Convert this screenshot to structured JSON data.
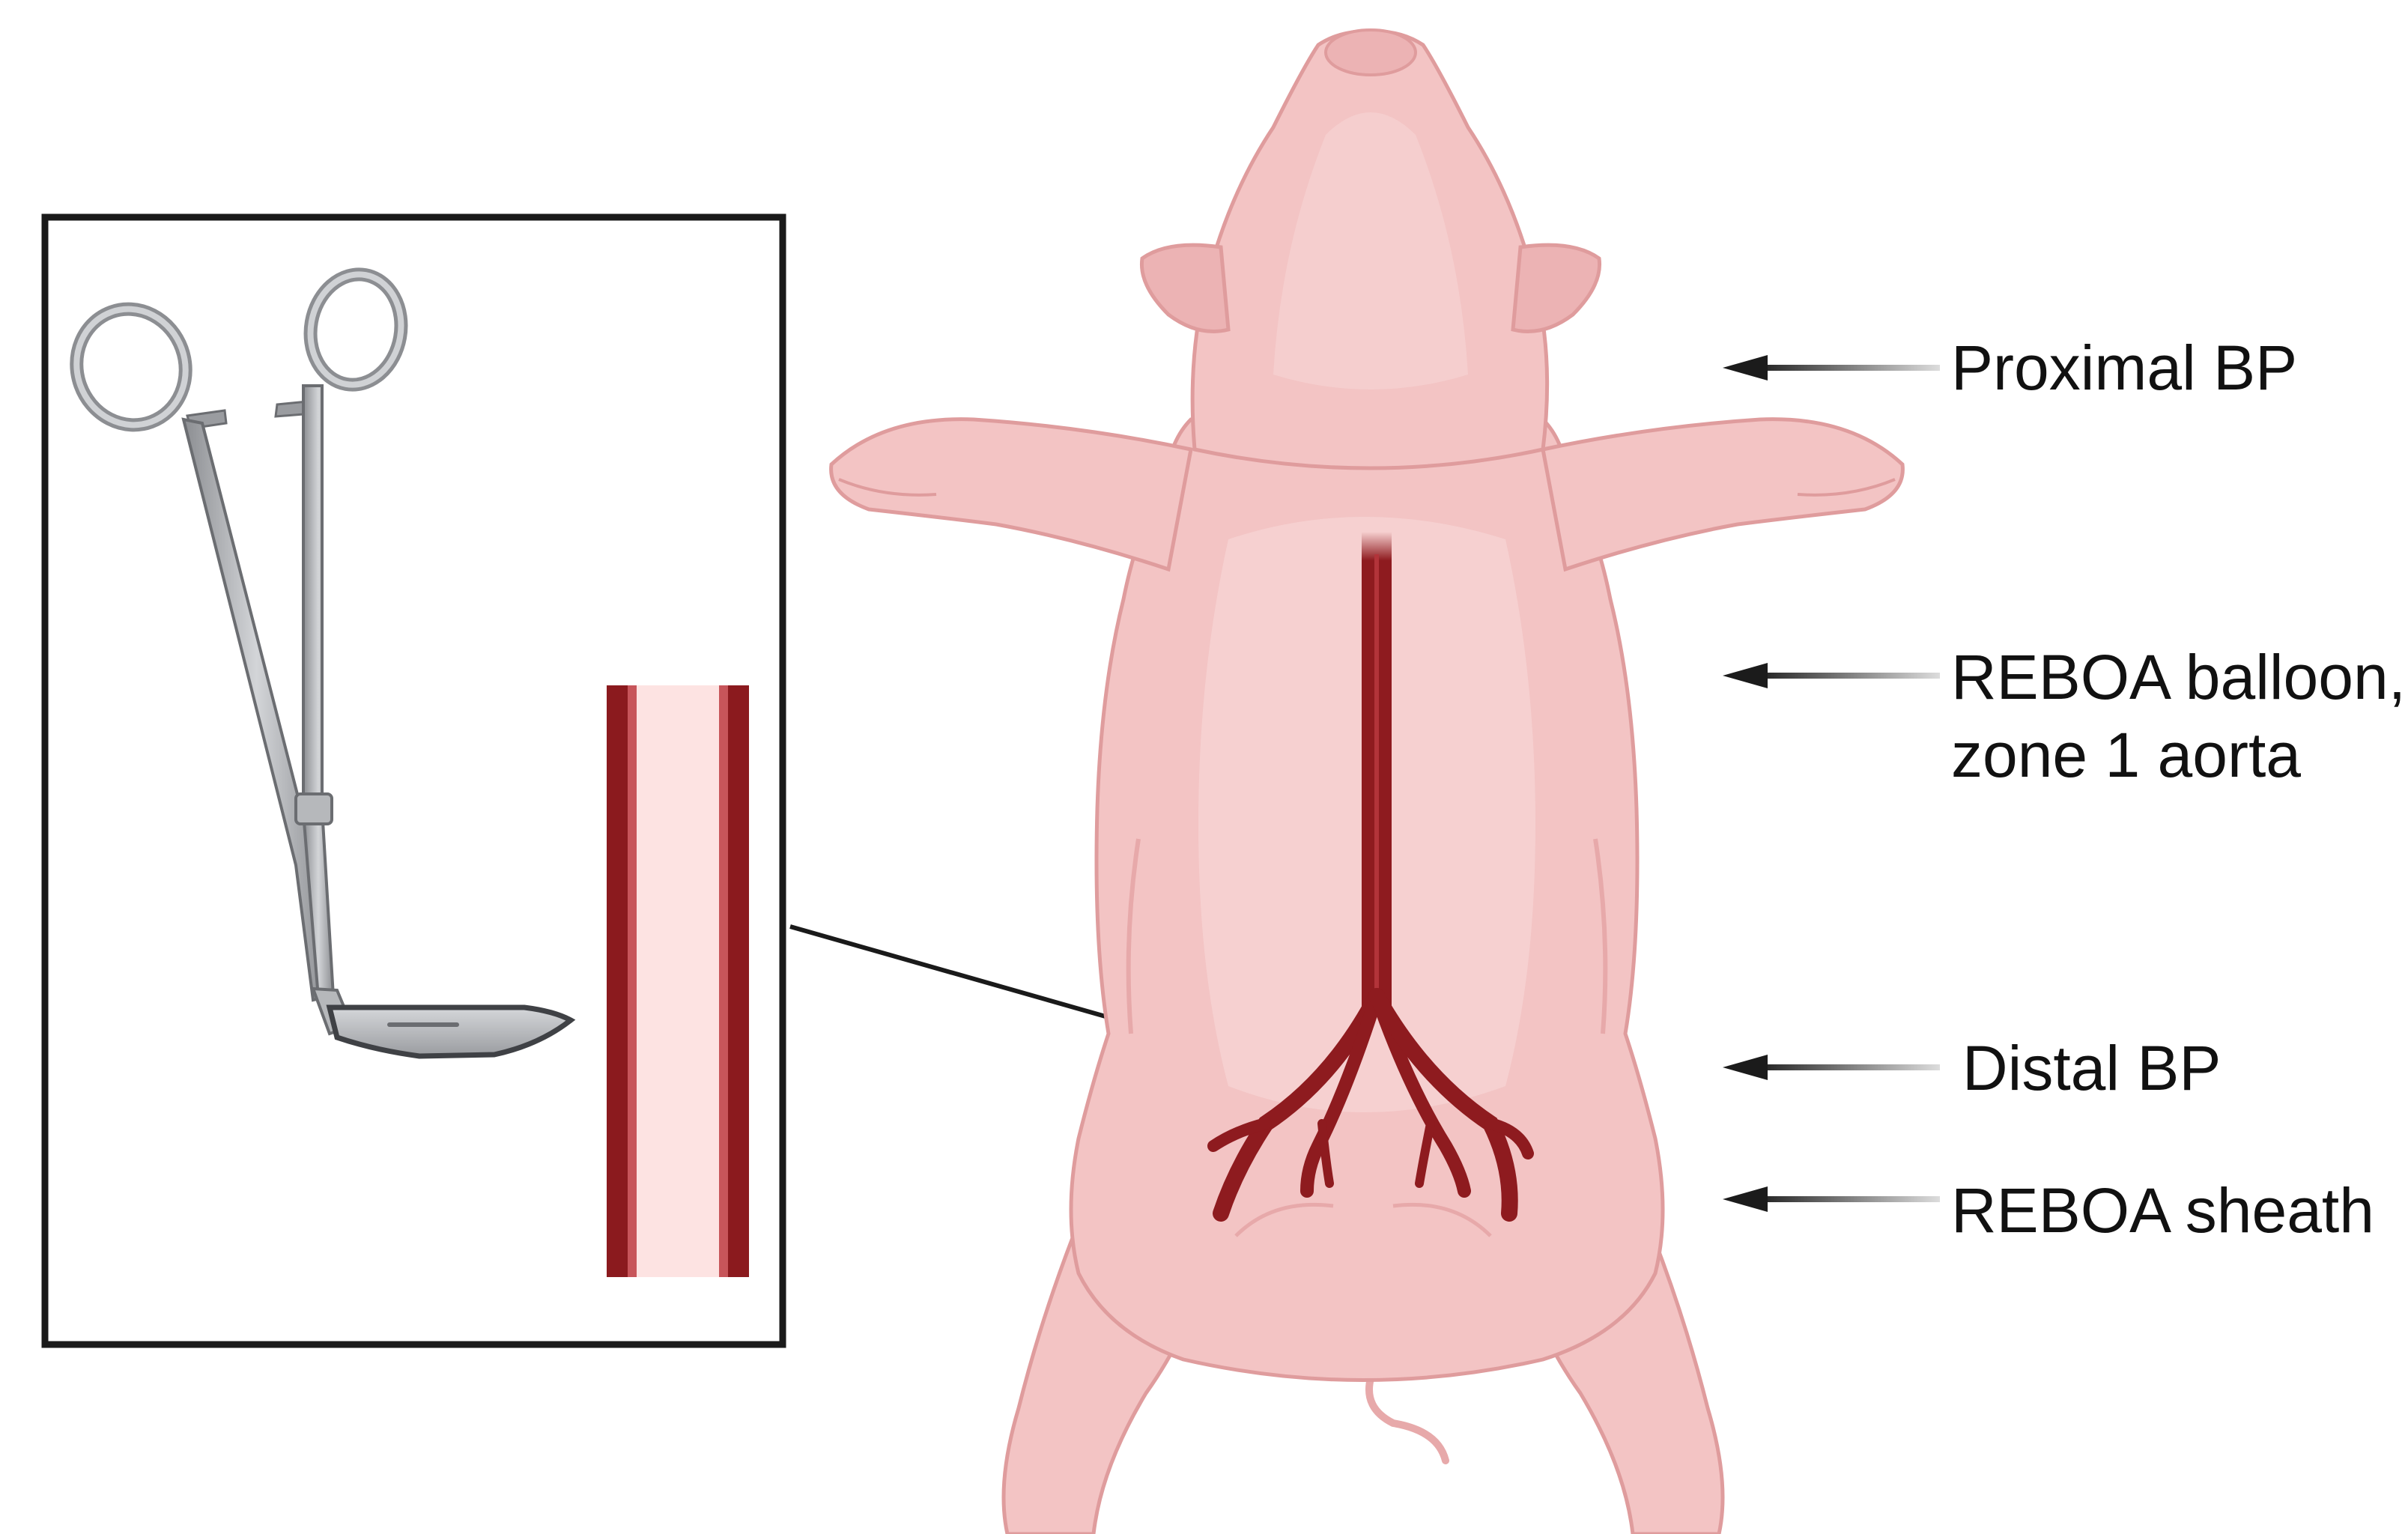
{
  "colors": {
    "skin": "#f3c4c4",
    "skin_shadow": "#e7a9aa",
    "skin_light": "#f7d6d5",
    "skin_outline": "#df9c9d",
    "artery": "#8e1b1f",
    "artery_light": "#b2343a",
    "vessel_lumen": "#fbd9d8",
    "vessel_wall": "#8b1a1e",
    "instrument": "#a7a9ad",
    "instrument_dark": "#5f6165",
    "arrow": "#1b1b1b",
    "text": "#111111",
    "box_border": "#1a1a1a"
  },
  "icons": {
    "instrument": "hemostat-with-scalpel-blade-icon",
    "vessel": "aorta-cross-section-icon",
    "animal": "pig-dorsal-recumbent-icon"
  },
  "labels": {
    "proximal_bp": "Proximal BP",
    "reboa_balloon_line1": "REBOA balloon,",
    "reboa_balloon_line2": "zone 1 aorta",
    "distal_bp": "Distal BP",
    "reboa_sheath": "REBOA sheath"
  }
}
